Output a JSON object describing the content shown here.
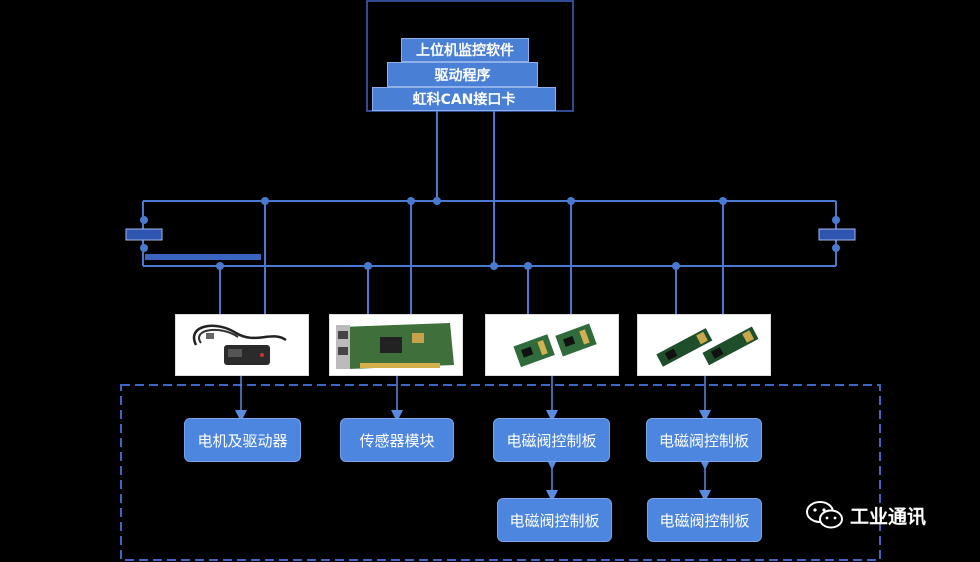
{
  "stack": {
    "software": "上位机监控软件",
    "driver": "驱动程序",
    "card": "虹科CAN接口卡"
  },
  "modules": {
    "motor": "电机及驱动器",
    "sensor": "传感器模块",
    "valve_a1": "电磁阀控制板",
    "valve_b1": "电磁阀控制板",
    "valve_a2": "电磁阀控制板",
    "valve_b2": "电磁阀控制板"
  },
  "devices": [
    "usb-can-adapter",
    "pci-can-card",
    "mini-can-boards",
    "m2-can-modules"
  ],
  "watermark": {
    "label": "工业通讯",
    "icon": "wechat-icon"
  },
  "colors": {
    "line": "#4a7ad0",
    "box": "#4d86de",
    "frame": "#3f66c4"
  }
}
